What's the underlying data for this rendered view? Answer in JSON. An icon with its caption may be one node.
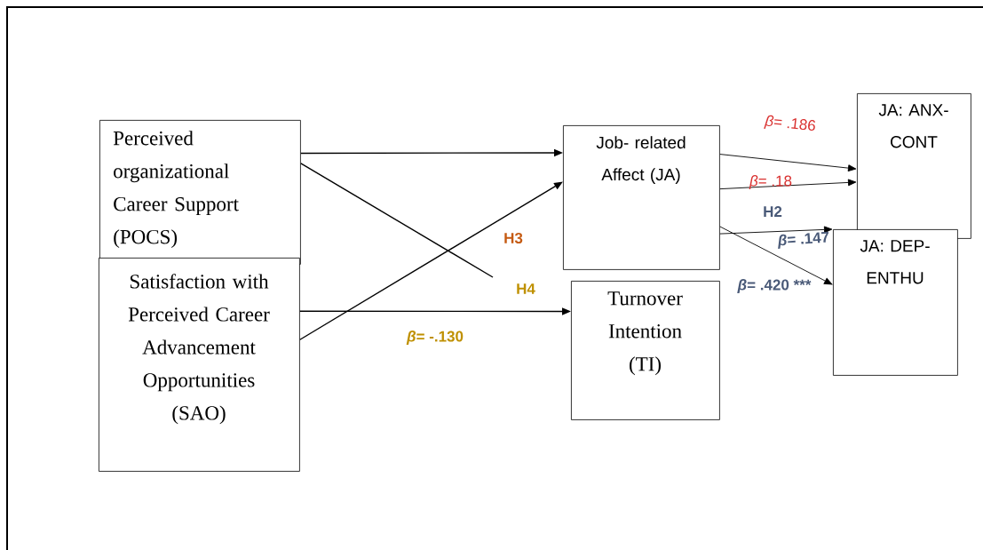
{
  "diagram": {
    "nodes": [
      {
        "text": [
          "Perceived organizational Career Support (POCS)"
        ]
      },
      {
        "text": [
          "Satisfaction with Perceived Career Advancement Opportunities (SAO)"
        ]
      },
      {
        "text": [
          "Job- related Affect (JA)"
        ]
      },
      {
        "text": [
          "Turnover Intention (TI)"
        ]
      },
      {
        "text": [
          "JA: ANX- CONT"
        ]
      },
      {
        "text": [
          "JA: DEP- ENTHU"
        ]
      }
    ],
    "edges": [
      {
        "from": 0,
        "to": 2,
        "arrow": "to"
      },
      {
        "from": 0,
        "to": null,
        "arrow": "none",
        "label": "H4"
      },
      {
        "from": 1,
        "to": 2,
        "arrow": "to",
        "label": "H3"
      },
      {
        "from": 1,
        "to": 3,
        "arrow": "to",
        "label": "*β*= -.130"
      },
      {
        "from": 2,
        "to": 4,
        "arrow": "to",
        "label": "*β*= .186"
      },
      {
        "from": 2,
        "to": 4,
        "arrow": "to",
        "label": "*β*= .18"
      },
      {
        "from": 2,
        "to": 5,
        "arrow": "to",
        "label": "*β*= .147"
      },
      {
        "from": 2,
        "to": 5,
        "arrow": "to",
        "label": "*β*= .420 ***"
      }
    ],
    "labels": [
      "H2"
    ]
  }
}
